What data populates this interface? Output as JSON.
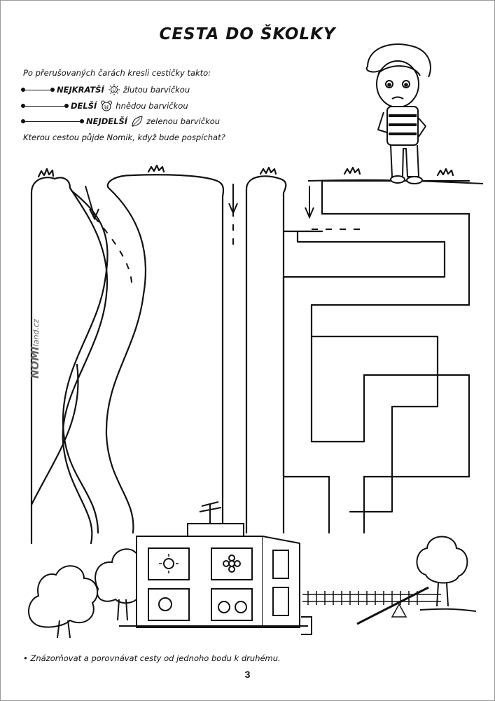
{
  "title": "CESTA DO ŠKOLKY",
  "instruction": "Po přerušovaných čarách kresli cestičky takto:",
  "legend": [
    {
      "label": "NEJKRATŠÍ",
      "color_text": "žlutou barvičkou",
      "icon": "sun-icon",
      "color": "#f4d000"
    },
    {
      "label": "DELŠÍ",
      "color_text": "hnědou barvičkou",
      "icon": "bear-icon",
      "color": "#8b5a2b"
    },
    {
      "label": "NEJDELŠÍ",
      "color_text": "zelenou barvičkou",
      "icon": "leaf-icon",
      "color": "#2e9e3e"
    }
  ],
  "question": "Kterou cestou půjde Nomik, když bude pospíchat?",
  "brand": {
    "bold": "NOMI",
    "rest": "land.cz"
  },
  "footnote": "• Znázorňovat a porovnávat cesty od jednoho bodu k druhému.",
  "page_number": "3"
}
